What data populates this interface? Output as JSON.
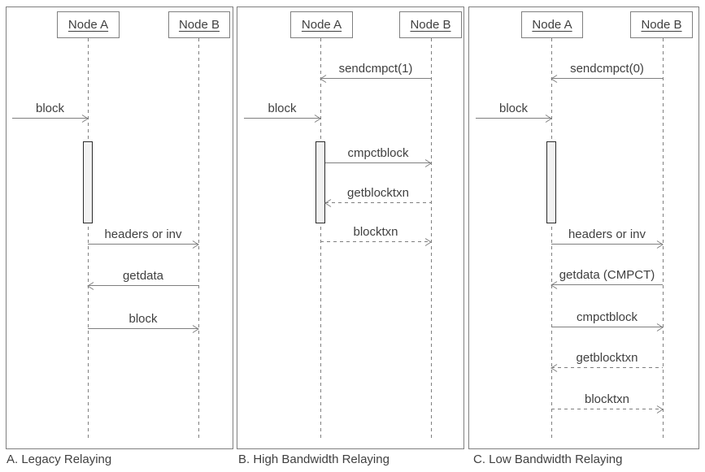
{
  "colors": {
    "line": "#7f7f7f",
    "text": "#404040",
    "activation_fill": "#f2f2f2",
    "activation_border": "#2b2b2b",
    "background": "#ffffff"
  },
  "panels": [
    {
      "caption": "A. Legacy Relaying",
      "actors": [
        {
          "label": "Node A"
        },
        {
          "label": "Node B"
        }
      ],
      "messages": [
        {
          "label": "block",
          "from": "external",
          "to": "node-a",
          "line": "solid",
          "direction": "right"
        },
        {
          "label": "headers or inv",
          "from": "node-a",
          "to": "node-b",
          "line": "solid",
          "direction": "right"
        },
        {
          "label": "getdata",
          "from": "node-b",
          "to": "node-a",
          "line": "solid",
          "direction": "left"
        },
        {
          "label": "block",
          "from": "node-a",
          "to": "node-b",
          "line": "solid",
          "direction": "right"
        }
      ]
    },
    {
      "caption": "B. High Bandwidth Relaying",
      "actors": [
        {
          "label": "Node A"
        },
        {
          "label": "Node B"
        }
      ],
      "messages": [
        {
          "label": "sendcmpct(1)",
          "from": "node-b",
          "to": "node-a",
          "line": "solid",
          "direction": "left"
        },
        {
          "label": "block",
          "from": "external",
          "to": "node-a",
          "line": "solid",
          "direction": "right"
        },
        {
          "label": "cmpctblock",
          "from": "node-a",
          "to": "node-b",
          "line": "solid",
          "direction": "right"
        },
        {
          "label": "getblocktxn",
          "from": "node-b",
          "to": "node-a",
          "line": "dashed",
          "direction": "left"
        },
        {
          "label": "blocktxn",
          "from": "node-a",
          "to": "node-b",
          "line": "dashed",
          "direction": "right"
        }
      ]
    },
    {
      "caption": "C. Low Bandwidth Relaying",
      "actors": [
        {
          "label": "Node A"
        },
        {
          "label": "Node B"
        }
      ],
      "messages": [
        {
          "label": "sendcmpct(0)",
          "from": "node-b",
          "to": "node-a",
          "line": "solid",
          "direction": "left"
        },
        {
          "label": "block",
          "from": "external",
          "to": "node-a",
          "line": "solid",
          "direction": "right"
        },
        {
          "label": "headers or inv",
          "from": "node-a",
          "to": "node-b",
          "line": "solid",
          "direction": "right"
        },
        {
          "label": "getdata (CMPCT)",
          "from": "node-b",
          "to": "node-a",
          "line": "solid",
          "direction": "left"
        },
        {
          "label": "cmpctblock",
          "from": "node-a",
          "to": "node-b",
          "line": "solid",
          "direction": "right"
        },
        {
          "label": "getblocktxn",
          "from": "node-b",
          "to": "node-a",
          "line": "dashed",
          "direction": "left"
        },
        {
          "label": "blocktxn",
          "from": "node-a",
          "to": "node-b",
          "line": "dashed",
          "direction": "right"
        }
      ]
    }
  ]
}
